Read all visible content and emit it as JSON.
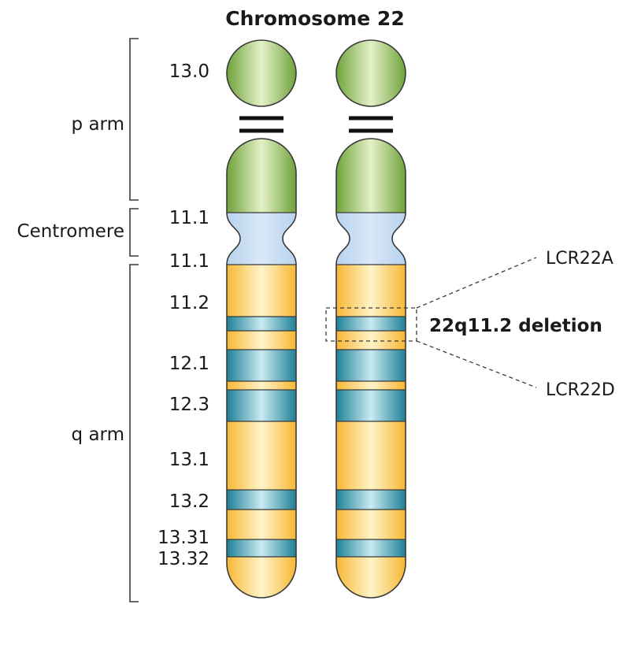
{
  "title": "Chromosome 22",
  "regions": {
    "p_arm": "p arm",
    "centromere": "Centromere",
    "q_arm": "q arm"
  },
  "bands": [
    "13.0",
    "11.1",
    "11.1",
    "11.2",
    "12.1",
    "12.3",
    "13.1",
    "13.2",
    "13.31",
    "13.32"
  ],
  "annotations": {
    "lcr_start": "LCR22A",
    "lcr_end": "LCR22D",
    "deletion": "22q11.2 deletion"
  },
  "colors": {
    "p_arm": "#6fa33a",
    "p_arm_highlight": "#e4f0c8",
    "centromere": "#b8d3ee",
    "q_arm": "#f7b733",
    "q_arm_highlight": "#fff4c9",
    "dark_band": "#1e8196",
    "dark_band_highlight": "#c9eaf2",
    "outline": "#3a3a3a"
  }
}
